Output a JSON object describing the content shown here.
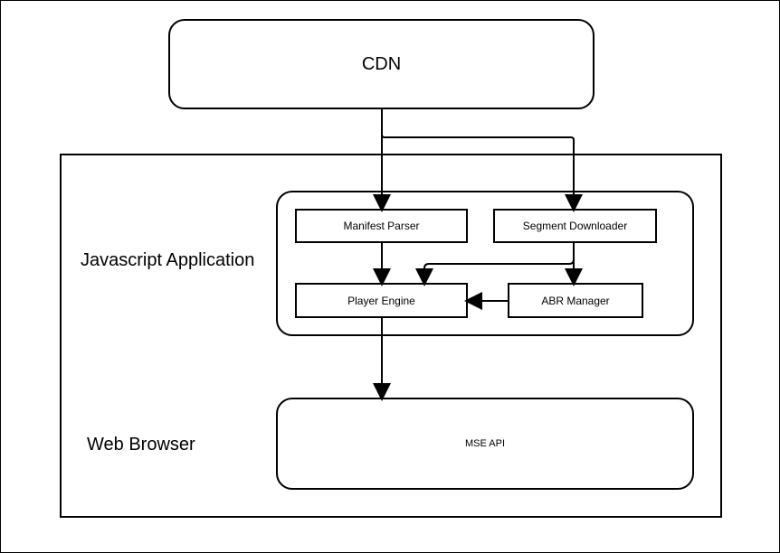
{
  "diagram": {
    "cdn": {
      "label": "CDN"
    },
    "javascript_application": {
      "label": "Javascript Application"
    },
    "web_browser": {
      "label": "Web Browser"
    },
    "manifest_parser": {
      "label": "Manifest Parser"
    },
    "segment_downloader": {
      "label": "Segment Downloader"
    },
    "player_engine": {
      "label": "Player Engine"
    },
    "abr_manager": {
      "label": "ABR Manager"
    },
    "mse_api": {
      "label": "MSE API"
    }
  },
  "colors": {
    "stroke": "#000000",
    "background": "#ffffff"
  }
}
